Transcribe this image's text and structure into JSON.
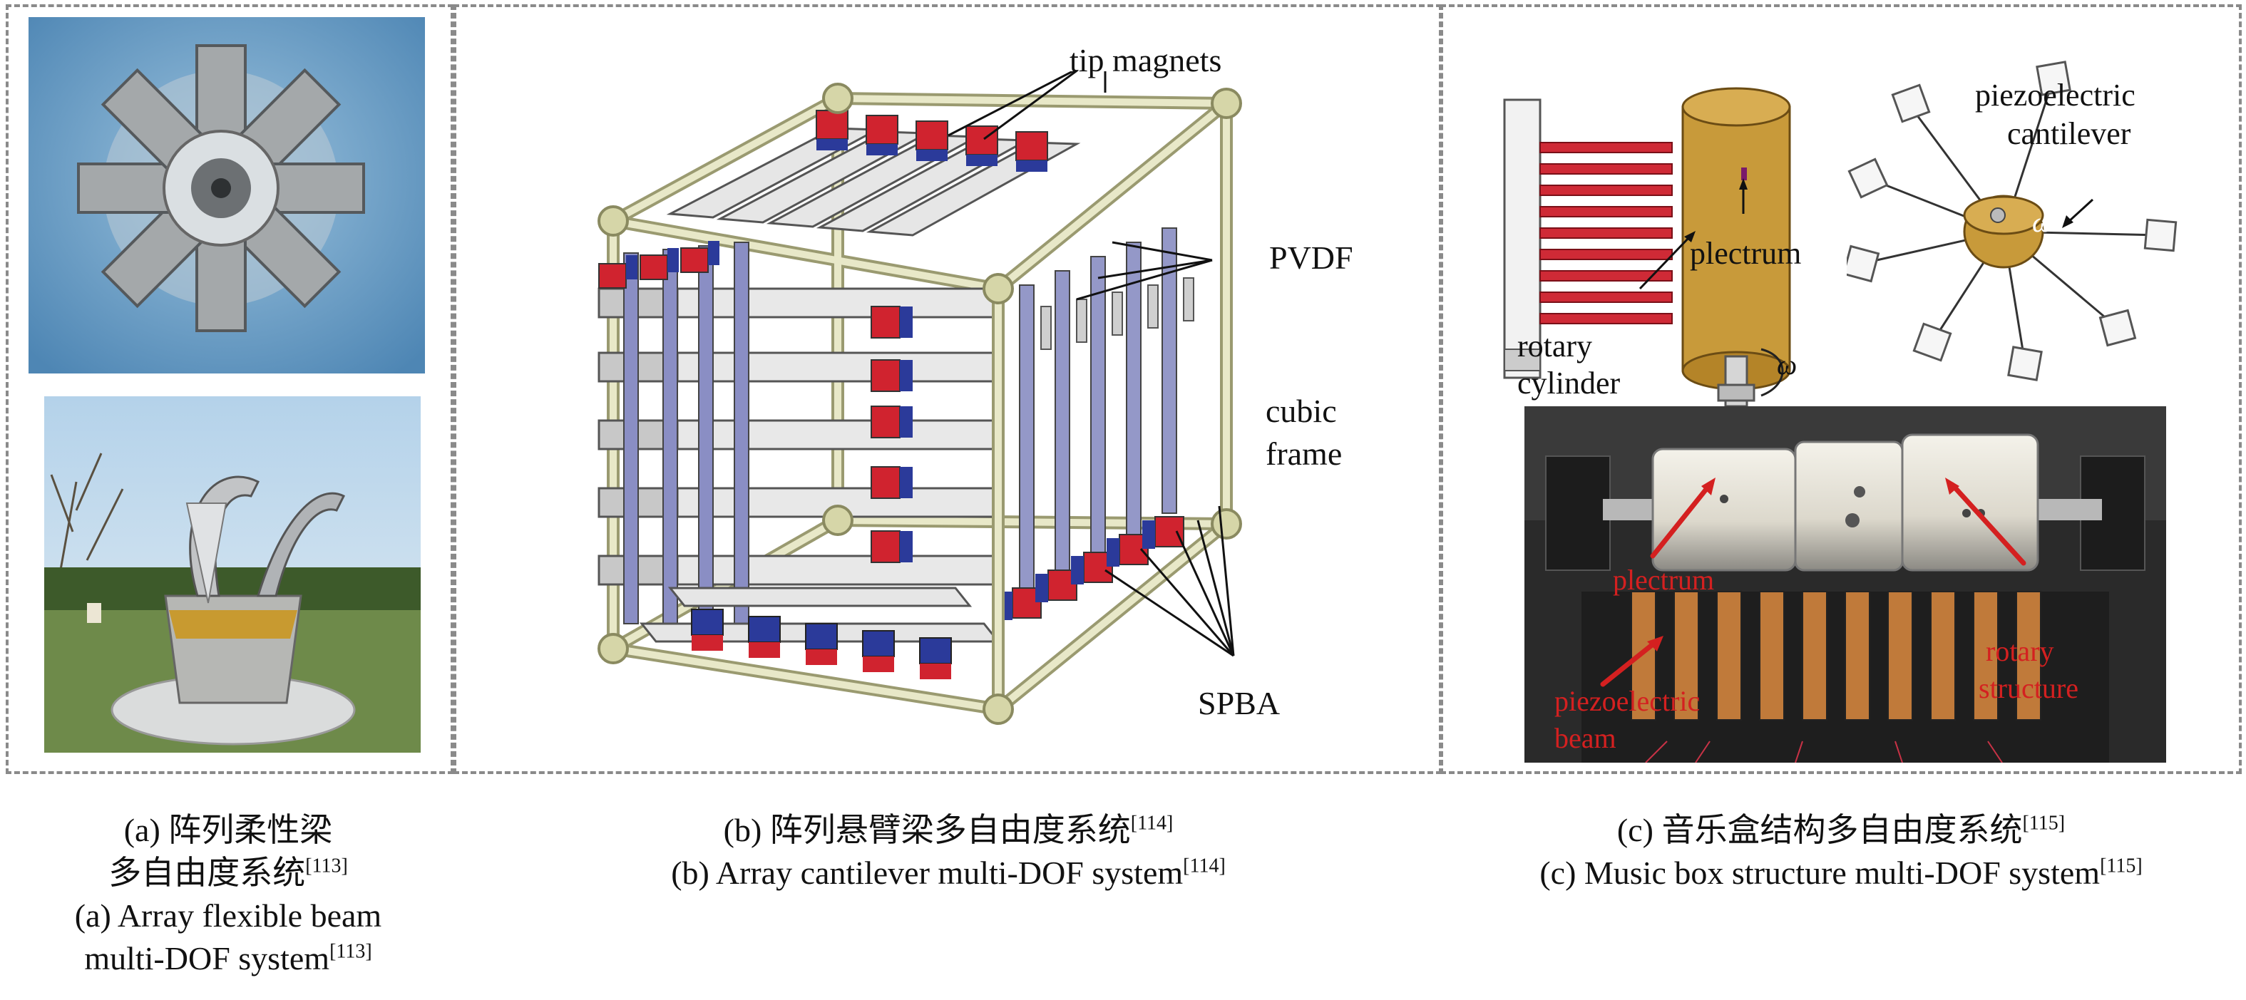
{
  "panel_a": {
    "caption_cn_line1": "(a) 阵列柔性梁",
    "caption_cn_line2": "多自由度系统",
    "caption_cn_ref": "[113]",
    "caption_en_line1": "(a) Array flexible beam",
    "caption_en_line2": "multi-DOF system",
    "caption_en_ref": "[113]"
  },
  "panel_b": {
    "label_tip_magnets": "tip magnets",
    "label_pvdf": "PVDF",
    "label_cubic": "cubic",
    "label_frame": "frame",
    "label_spba": "SPBA",
    "caption_cn": "(b) 阵列悬臂梁多自由度系统",
    "caption_cn_ref": "[114]",
    "caption_en": "(b) Array cantilever multi-DOF system",
    "caption_en_ref": "[114]"
  },
  "panel_c": {
    "label_plectrum": "plectrum",
    "label_rotary": "rotary",
    "label_cylinder": "cylinder",
    "label_omega": "ω",
    "label_piezo1": "piezoelectric",
    "label_piezo2": "cantilever",
    "photo_plectrum": "plectrum",
    "photo_rotary1": "rotary",
    "photo_rotary2": "structure",
    "photo_piezo1": "piezoelectric",
    "photo_piezo2": "beam",
    "caption_cn": "(c) 音乐盒结构多自由度系统",
    "caption_cn_ref": "[115]",
    "caption_en": "(c) Music box structure multi-DOF system",
    "caption_en_ref": "[115]"
  },
  "colors": {
    "magnet_red": "#d0232f",
    "magnet_blue": "#2b3a9a",
    "frame_tube": "#d8d8b0",
    "cylinder_brass": "#c89a3a",
    "annotation_red": "#d42020"
  }
}
